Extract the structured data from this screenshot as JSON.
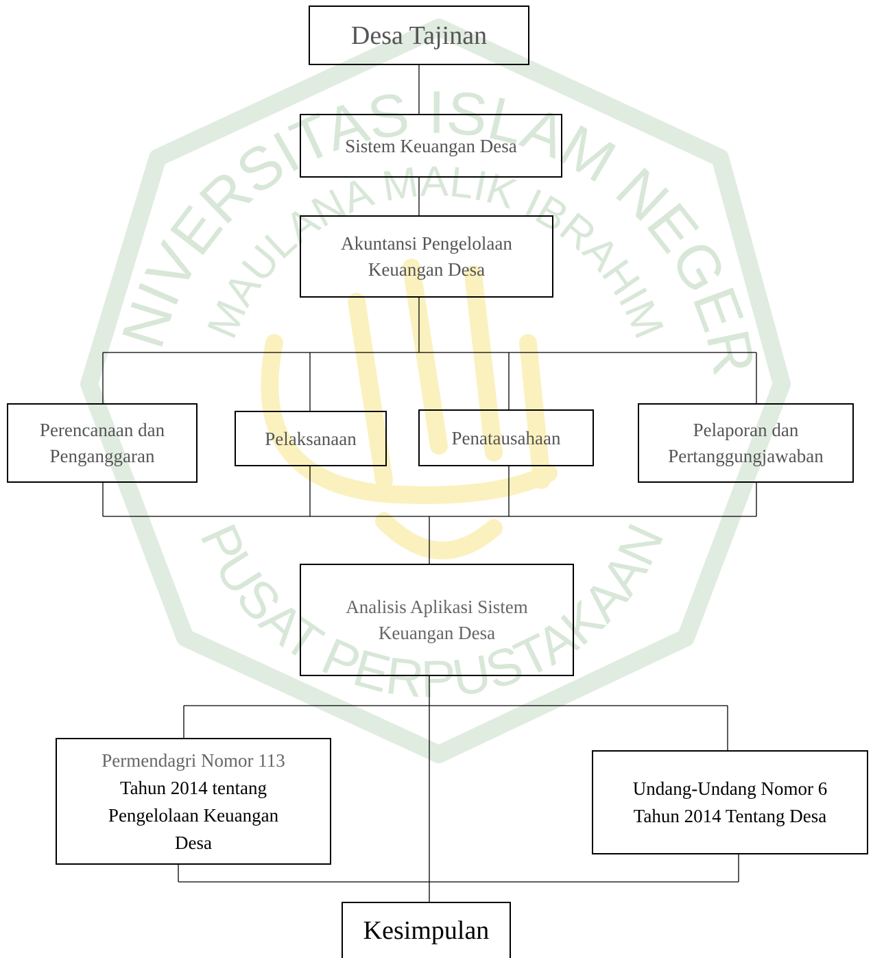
{
  "watermark": {
    "top_arc": "UNIVERSITAS ISLAM NEGERI",
    "inner_arc": "MAULANA MALIK IBRAHIM",
    "bottom_arc": "PUSAT PERPUSTAKAAN",
    "color": "#d8e7d8",
    "calligraphy_color": "#fbf3c4"
  },
  "nodes": {
    "root": "Desa Tajinan",
    "system": "Sistem Keuangan Desa",
    "accounting": [
      "Akuntansi Pengelolaan",
      "Keuangan Desa"
    ],
    "planning": [
      "Perencanaan dan",
      "Penganggaran"
    ],
    "implementation": "Pelaksanaan",
    "administration": "Penatausahaan",
    "reporting": [
      "Pelaporan dan",
      "Pertanggungjawaban"
    ],
    "analysis": [
      "Analisis Aplikasi Sistem",
      "Keuangan Desa"
    ],
    "regulation_left": [
      "Permendagri Nomor 113",
      "Tahun 2014 tentang",
      "Pengelolaan Keuangan",
      "Desa"
    ],
    "regulation_right": [
      "Undang-Undang Nomor 6",
      "Tahun 2014 Tentang Desa"
    ],
    "conclusion": "Kesimpulan"
  }
}
